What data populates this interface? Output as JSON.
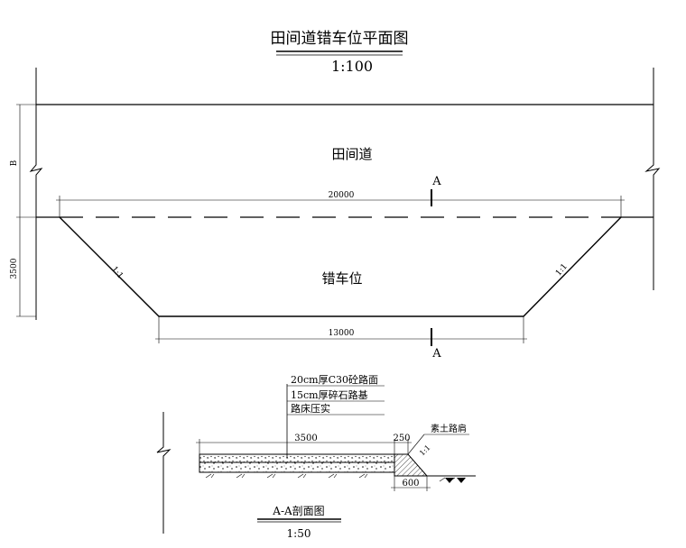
{
  "plan": {
    "title": "田间道错车位平面图",
    "scale": "1:100",
    "road_label": "田间道",
    "bay_label": "错车位",
    "dim_top": "20000",
    "dim_bottom": "13000",
    "dim_road_width": "B",
    "dim_bay_depth": "3500",
    "slope_left": "1:1",
    "slope_right": "1:1",
    "section_mark_top": "A",
    "section_mark_bottom": "A"
  },
  "section": {
    "layer_1": "20cm厚C30砼路面",
    "layer_2": "15cm厚碎石路基",
    "layer_3": "路床压实",
    "shoulder_label": "素土路肩",
    "slope": "1:1",
    "dim_pavement": "3500",
    "dim_shoulder": "250",
    "dim_base": "600",
    "title": "A-A剖面图",
    "scale": "1:50"
  }
}
